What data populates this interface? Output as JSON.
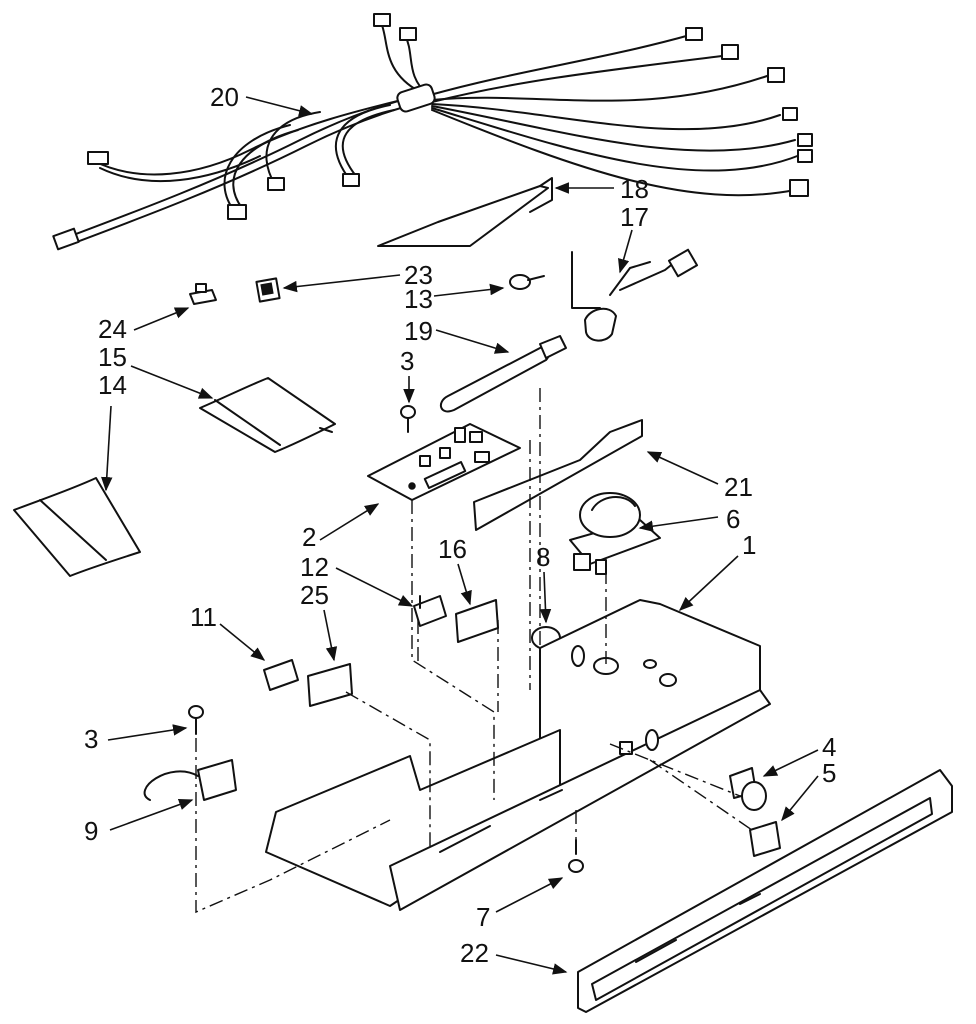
{
  "callouts": {
    "c1": "1",
    "c2": "2",
    "c3a": "3",
    "c3b": "3",
    "c4": "4",
    "c5": "5",
    "c6": "6",
    "c7": "7",
    "c8": "8",
    "c9": "9",
    "c11": "11",
    "c12": "12",
    "c13": "13",
    "c14": "14",
    "c15": "15",
    "c16": "16",
    "c17": "17",
    "c18": "18",
    "c19": "19",
    "c20": "20",
    "c21": "21",
    "c22": "22",
    "c23": "23",
    "c24": "24",
    "c25": "25"
  }
}
